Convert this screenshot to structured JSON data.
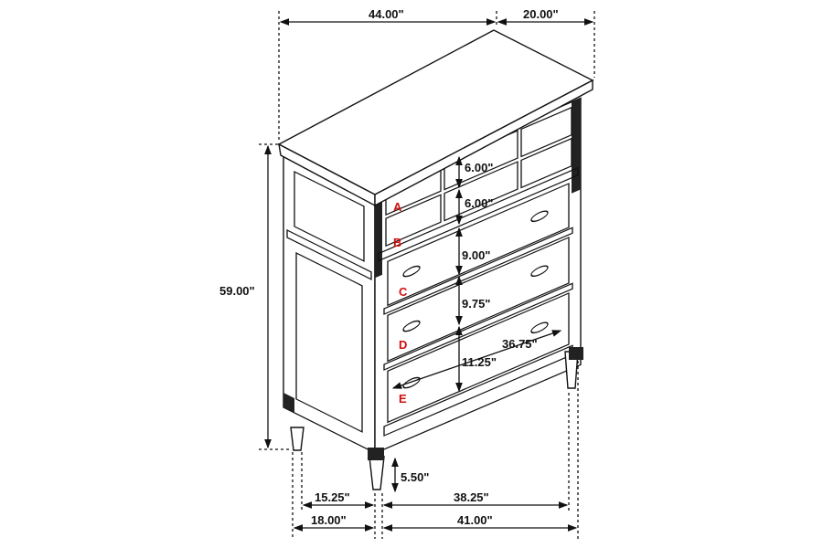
{
  "dimensions": {
    "width": "44.00\"",
    "depth": "20.00\"",
    "height": "59.00\"",
    "drawer_top_1": "6.00\"",
    "drawer_top_2": "6.00\"",
    "drawer_c": "9.00\"",
    "drawer_d": "9.75\"",
    "drawer_e": "11.25\"",
    "inner_width": "36.75\"",
    "leg_height": "5.50\"",
    "side_inner": "15.25\"",
    "front_inner": "38.25\"",
    "side_outer": "18.00\"",
    "front_outer": "41.00\""
  },
  "drawer_labels": [
    "A",
    "B",
    "C",
    "D",
    "E"
  ],
  "colors": {
    "line": "#111111",
    "label": "#d01010"
  }
}
